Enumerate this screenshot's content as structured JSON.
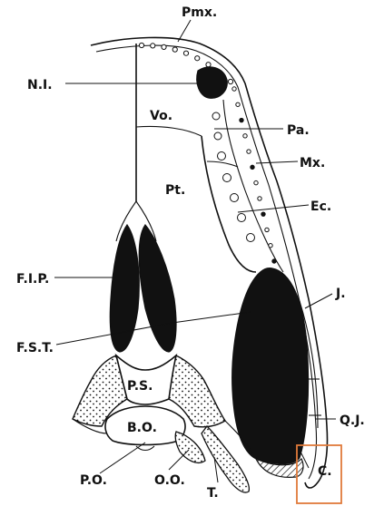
{
  "labels": {
    "pmx": "Pmx.",
    "ni": "N.I.",
    "vo": "Vo.",
    "pa": "Pa.",
    "mx": "Mx.",
    "pt": "Pt.",
    "ec": "Ec.",
    "fip": "F.I.P.",
    "fst": "F.S.T.",
    "j": "J.",
    "ps": "P.S.",
    "bo": "B.O.",
    "qj": "Q.J.",
    "po": "P.O.",
    "oo": "O.O.",
    "t": "T.",
    "c": "C."
  },
  "colors": {
    "ink": "#111111",
    "highlight_box": "#e07a3a",
    "background": "#ffffff"
  }
}
